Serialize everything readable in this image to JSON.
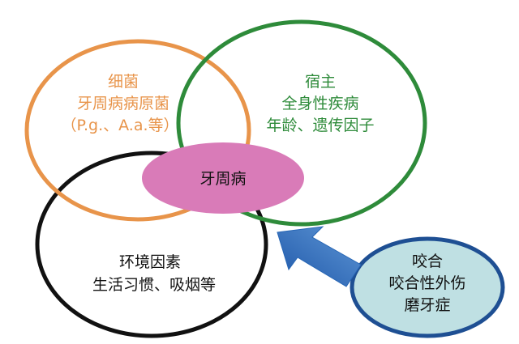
{
  "circles": {
    "bacteria": {
      "lines": [
        "细菌",
        "牙周病病原菌",
        "（P.g.、A.a.等）"
      ],
      "color": "#e8944a"
    },
    "host": {
      "lines": [
        "宿主",
        "全身性疾病",
        "年龄、遗传因子"
      ],
      "color": "#2e8b3a"
    },
    "environment": {
      "lines": [
        "环境因素",
        "生活习惯、吸烟等"
      ],
      "color": "#111111"
    },
    "occlusion": {
      "lines": [
        "咬合",
        "咬合性外伤",
        "磨牙症"
      ],
      "color": "#1e4f93",
      "fill": "#bfe0e3"
    }
  },
  "center": {
    "label": "牙周病",
    "fill": "#d97bb8"
  },
  "arrow": {
    "color": "#2766b5"
  },
  "colors": {
    "bacteria_text": "#e8944a",
    "host_text": "#2e8b3a",
    "body_text": "#111111"
  }
}
